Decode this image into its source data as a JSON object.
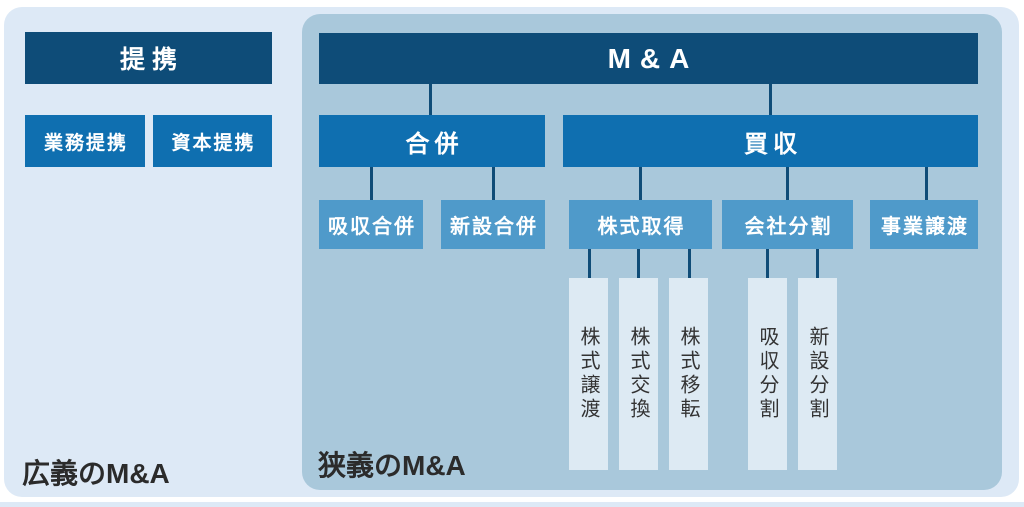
{
  "page": {
    "broad_label": "広義のM&A",
    "narrow_label": "狭義のM&A"
  },
  "partnership": {
    "title": "提携",
    "items": [
      {
        "label": "業務提携"
      },
      {
        "label": "資本提携"
      }
    ]
  },
  "ma_tree": {
    "root_label": "M&A",
    "merger": {
      "label": "合併",
      "children": [
        {
          "label": "吸収合併"
        },
        {
          "label": "新設合併"
        }
      ]
    },
    "acquisition": {
      "label": "買収",
      "stock_acquisition": {
        "label": "株式取得",
        "children": [
          {
            "label": "株式譲渡"
          },
          {
            "label": "株式交換"
          },
          {
            "label": "株式移転"
          }
        ]
      },
      "company_split": {
        "label": "会社分割",
        "children": [
          {
            "label": "吸収分割"
          },
          {
            "label": "新設分割"
          }
        ]
      },
      "business_transfer": {
        "label": "事業譲渡"
      }
    }
  },
  "colors": {
    "outer_bg": "#dde9f6",
    "panel_bg": "#a9c8db",
    "dark_box": "#0e4c78",
    "mid_box": "#0f6fb0",
    "light_box": "#4f9aca",
    "leaf_box": "#ddeaf3",
    "line": "#0f4c77",
    "label_text": "#2b2b2b"
  }
}
